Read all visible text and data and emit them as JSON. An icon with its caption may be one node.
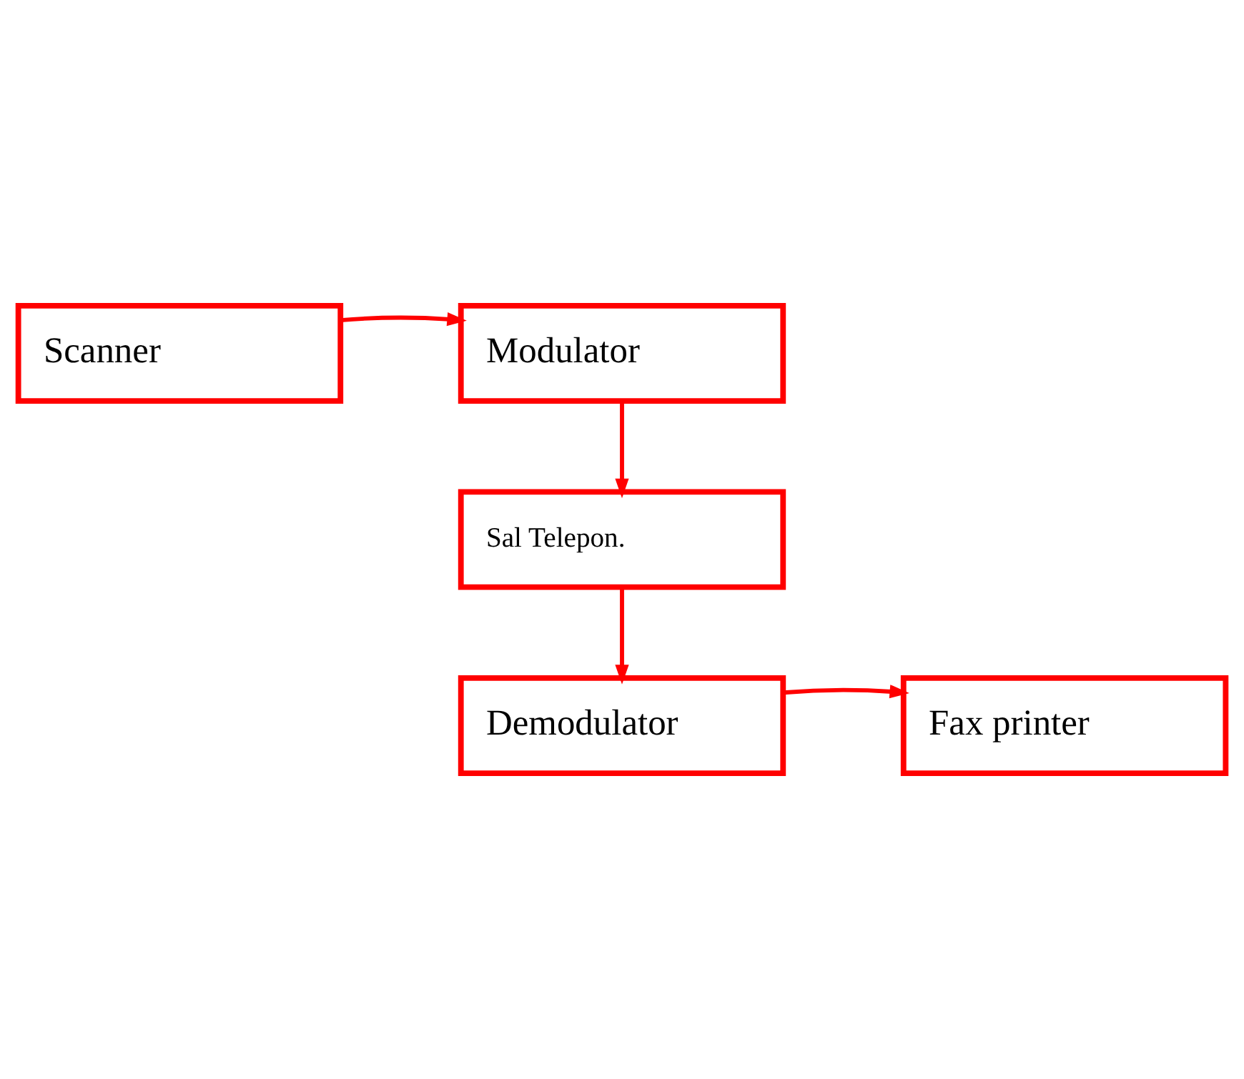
{
  "diagram": {
    "nodes": [
      {
        "text": [
          "Scanner"
        ]
      },
      {
        "text": [
          "Modulator"
        ]
      },
      {
        "text": [
          "Sal Telepon."
        ]
      },
      {
        "text": [
          "Demodulator"
        ]
      },
      {
        "text": [
          "Fax printer"
        ]
      }
    ],
    "edges": [
      {
        "from": 0,
        "to": 1,
        "arrow": "to"
      },
      {
        "from": 1,
        "to": 2,
        "arrow": "to"
      },
      {
        "from": 2,
        "to": 3,
        "arrow": "to"
      },
      {
        "from": 3,
        "to": 4,
        "arrow": "to"
      }
    ]
  }
}
